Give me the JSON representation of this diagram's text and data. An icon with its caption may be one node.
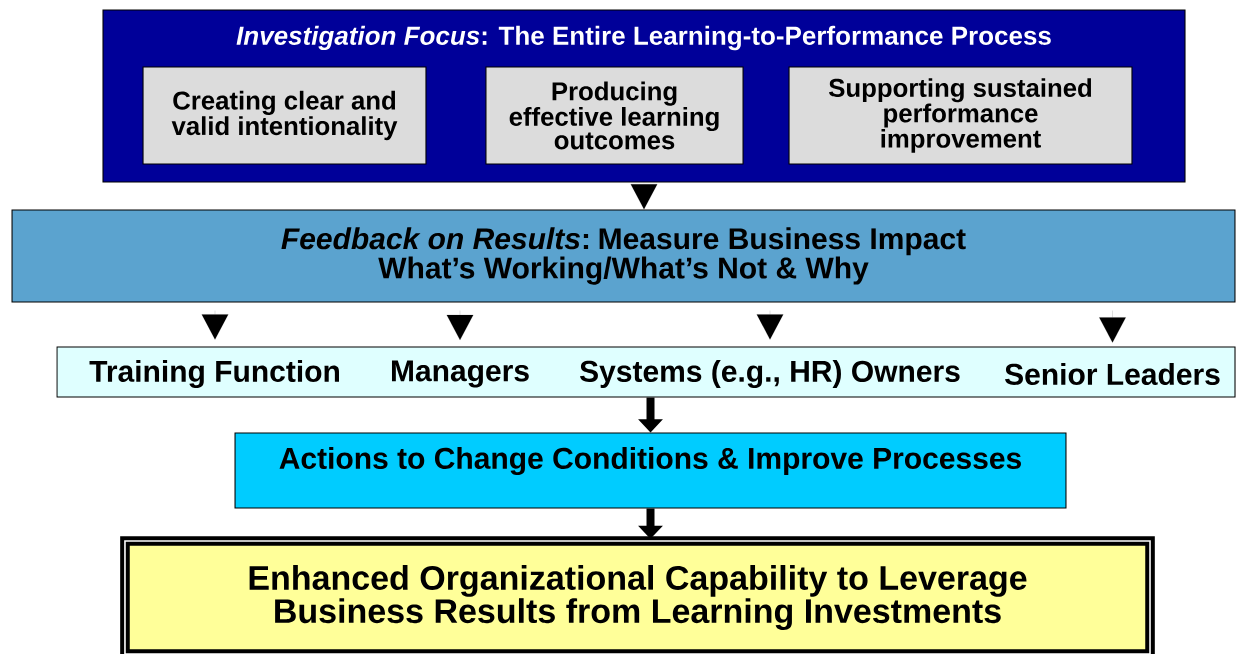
{
  "diagram": {
    "nodes": [
      {
        "text": [
          "*Investigation Focus*: The Entire Learning-to-Performance Process"
        ]
      },
      {
        "text": [
          "Creating clear and valid intentionality"
        ],
        "in": 0
      },
      {
        "text": [
          "Producing effective learning outcomes"
        ],
        "in": 0
      },
      {
        "text": [
          "Supporting sustained performance improvement"
        ],
        "in": 0
      },
      {
        "text": [
          "*Feedback on Results*: Measure Business Impact",
          "What’s Working/What’s Not & Why"
        ]
      },
      {
        "text": [],
        "shape": "box"
      },
      {
        "text": [
          "Training Function"
        ],
        "in": 5
      },
      {
        "text": [
          "Managers"
        ],
        "in": 5
      },
      {
        "text": [
          "Systems (e.g., HR) Owners"
        ],
        "in": 5
      },
      {
        "text": [
          "Senior Leaders"
        ],
        "in": 5
      },
      {
        "text": [
          "Actions to Change Conditions & Improve Processes"
        ]
      },
      {
        "text": [
          "Enhanced Organizational Capability to Leverage Business Results from Learning Investments"
        ]
      }
    ],
    "edges": [
      {
        "from": 0,
        "to": 4,
        "arrow": "to"
      },
      {
        "from": 4,
        "to": 6,
        "arrow": "to"
      },
      {
        "from": 4,
        "to": 7,
        "arrow": "to"
      },
      {
        "from": 4,
        "to": 8,
        "arrow": "to"
      },
      {
        "from": 4,
        "to": 9,
        "arrow": "to"
      },
      {
        "from": 5,
        "to": 10,
        "arrow": "to",
        "style": "thick"
      },
      {
        "from": 10,
        "to": 11,
        "arrow": "to",
        "style": "thick"
      }
    ]
  }
}
